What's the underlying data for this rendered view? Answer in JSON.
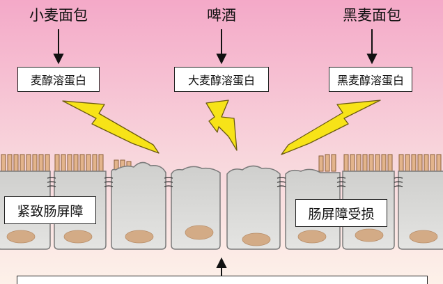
{
  "sources": [
    {
      "id": "wheat-bread",
      "label": "小麦面包"
    },
    {
      "id": "beer",
      "label": "啤酒"
    },
    {
      "id": "rye-bread",
      "label": "黑麦面包"
    }
  ],
  "proteins": [
    {
      "id": "wheat-gliadin",
      "label": "麦醇溶蛋白"
    },
    {
      "id": "barley-hordein",
      "label": "大麦醇溶蛋白"
    },
    {
      "id": "rye-secalin",
      "label": "黑麦醇溶蛋白"
    }
  ],
  "states": {
    "intact": "紧致肠屏障",
    "damaged": "肠屏障受损"
  },
  "colors": {
    "background_top": "#f4a9c8",
    "background_bottom": "#fdf1e9",
    "lightning": "#f7e318",
    "villi": "#e3b48c",
    "cell_fill": "#d4d4d2",
    "nucleus": "#d3ab86"
  }
}
